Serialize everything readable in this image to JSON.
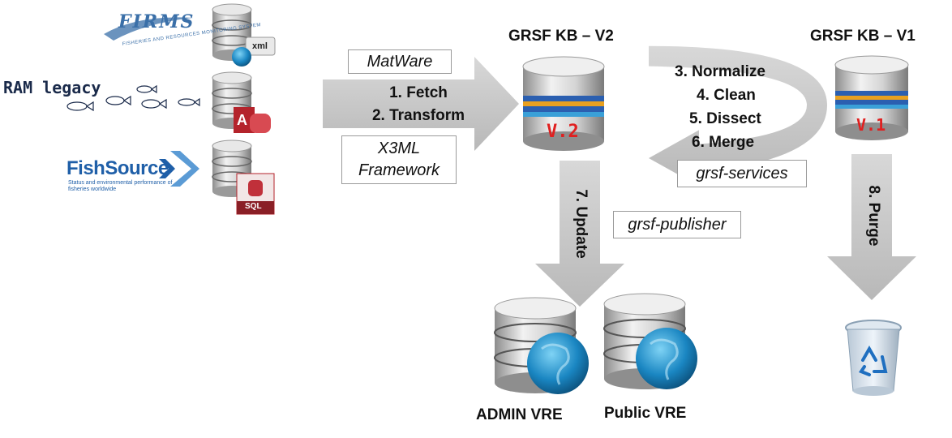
{
  "titles": {
    "v2": "GRSF KB – V2",
    "v1": "GRSF KB – V1"
  },
  "sources": [
    {
      "name": "FIRMS",
      "subtitle": "FISHERIES AND RESOURCES MONITORING SYSTEM",
      "format": "xml",
      "format_icon": "xml-globe-icon"
    },
    {
      "name": "RAM legacy",
      "format": "A",
      "format_icon": "access-icon"
    },
    {
      "name": "FishSource",
      "subtitle": "Status and environmental performance of fisheries worldwide",
      "format": "SQL",
      "format_icon": "sql-icon"
    }
  ],
  "fetch_steps": [
    "1. Fetch",
    "2. Transform"
  ],
  "tools": {
    "matware": "MatWare",
    "x3ml_line1": "X3ML",
    "x3ml_line2": "Framework",
    "services": "grsf-services",
    "publisher": "grsf-publisher"
  },
  "loop_steps": [
    "3. Normalize",
    "4. Clean",
    "5. Dissect",
    "6. Merge"
  ],
  "update_step": "7. Update",
  "purge_step": "8. Purge",
  "db_labels": {
    "v2": "V.2",
    "v1": "V.1"
  },
  "outputs": {
    "admin": "ADMIN VRE",
    "public": "Public VRE"
  },
  "colors": {
    "arrow": "#c8c8c8",
    "db_silver": "#bdbdbd",
    "version_label": "#e02020",
    "globe": "#1a7fb8"
  }
}
